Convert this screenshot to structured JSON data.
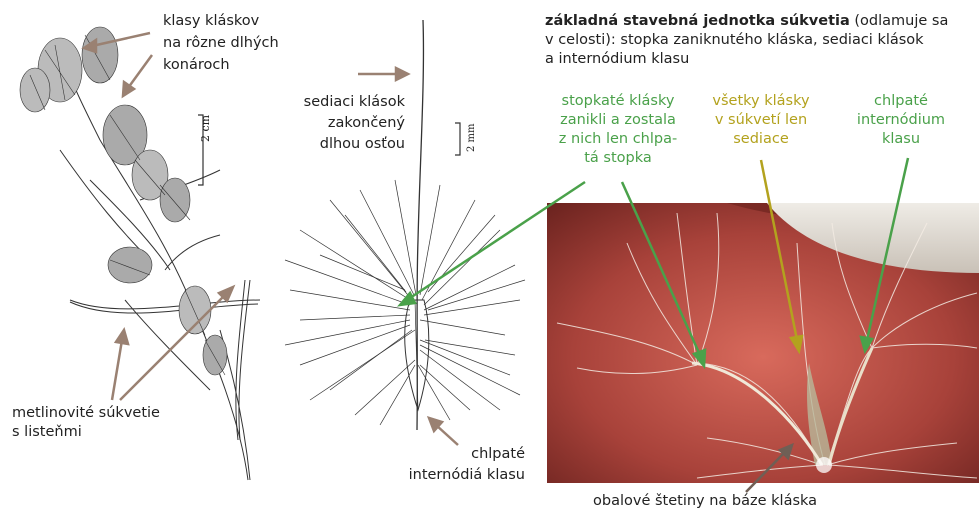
{
  "left": {
    "label_top": [
      "klasy kláskov",
      "na  rôzne  dlhých",
      "konároch"
    ],
    "label_bottom": [
      "metlinovité súkvetie",
      "s listeňmi"
    ],
    "scale": "2 cm"
  },
  "middle": {
    "label_top": [
      "sediaci klások",
      "zakončený",
      "dlhou osťou"
    ],
    "label_bottom": [
      "chlpaté",
      "internódiá klasu"
    ],
    "scale": "2 mm"
  },
  "right": {
    "title_bold": "základná stavebná jednotka súkvetia",
    "title_rest": " (odlamuje sa",
    "title_line2": "v celosti): stopka zaniknutého kláska, sediaci klások",
    "title_line3": "a internódium klasu",
    "green1": [
      "stopkaté klásky",
      "zanikli a zostala",
      "z nich len chlpa-",
      "tá stopka"
    ],
    "olive": [
      "všetky klásky",
      "v súkvetí len",
      "sediace"
    ],
    "green2": [
      "chlpaté",
      "internódium",
      "klasu"
    ],
    "bottom": "obalové štetiny na báze kláska"
  },
  "colors": {
    "brown_arrow": "#9a8172",
    "green": "#4aa14a",
    "olive": "#b3a21e"
  }
}
